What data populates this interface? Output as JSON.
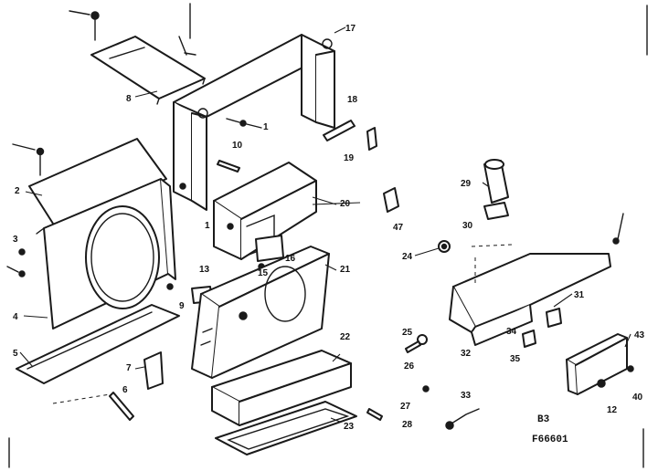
{
  "callouts": {
    "c1a": "1",
    "c1b": "1",
    "c2": "2",
    "c3": "3",
    "c4": "4",
    "c5": "5",
    "c6": "6",
    "c7": "7",
    "c8": "8",
    "c9": "9",
    "c10": "10",
    "c12": "12",
    "c13": "13",
    "c15": "15",
    "c16": "16",
    "c17": "17",
    "c18": "18",
    "c19": "19",
    "c20": "20",
    "c21": "21",
    "c22": "22",
    "c23": "23",
    "c24": "24",
    "c25": "25",
    "c26": "26",
    "c27": "27",
    "c28": "28",
    "c29": "29",
    "c30": "30",
    "c31": "31",
    "c32": "32",
    "c33": "33",
    "c34": "34",
    "c35": "35",
    "c40": "40",
    "c43": "43",
    "c47": "47"
  },
  "drawing_code": {
    "line1": "B3",
    "line2": "F66601"
  }
}
